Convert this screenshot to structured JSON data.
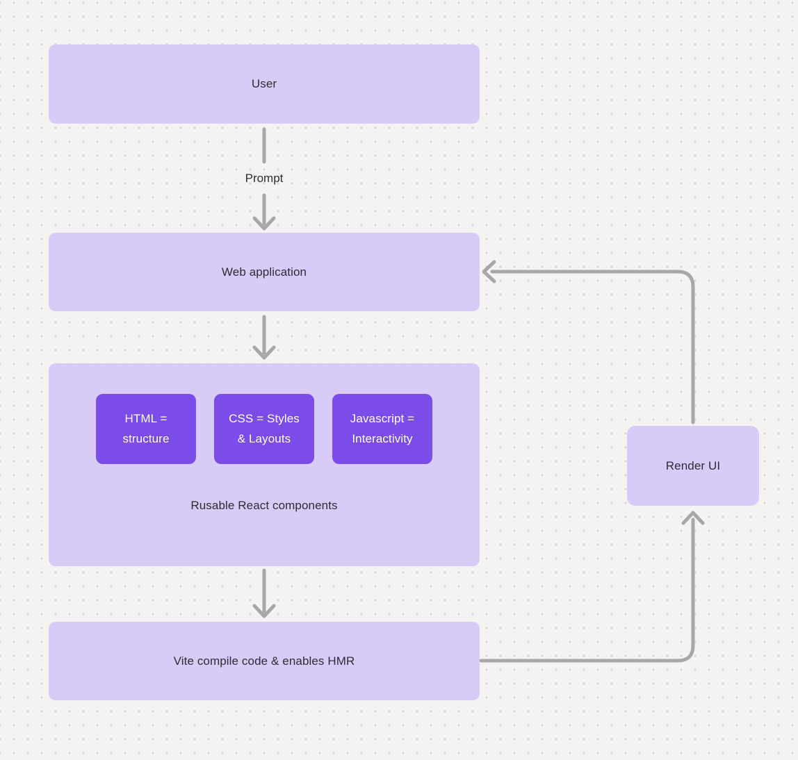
{
  "diagram": {
    "nodes": {
      "user": {
        "label": "User"
      },
      "web_application": {
        "label": "Web application"
      },
      "components_group": {
        "caption": "Rusable React components",
        "chips": [
          {
            "label": "HTML =\nstructure"
          },
          {
            "label": "CSS = Styles\n& Layouts"
          },
          {
            "label": "Javascript =\nInteractivity"
          }
        ]
      },
      "vite": {
        "label": "Vite compile code & enables HMR"
      },
      "render_ui": {
        "label": "Render UI"
      }
    },
    "edges": {
      "prompt_label": "Prompt"
    },
    "colors": {
      "background": "#f4f3f1",
      "dot": "#d5d3d1",
      "node_fill": "#d8cbf7",
      "node_text": "#2e2b33",
      "chip_fill": "#7c4ce8",
      "chip_text": "#ffffff",
      "arrow": "#a8a6a7"
    }
  }
}
